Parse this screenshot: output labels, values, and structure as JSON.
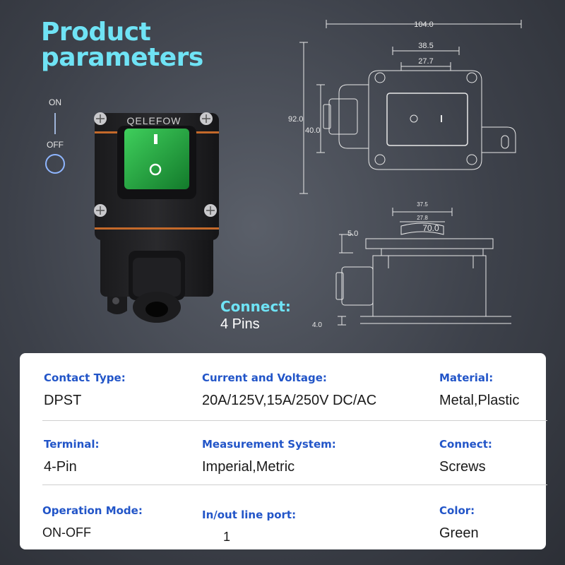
{
  "title": {
    "line1": "Product",
    "line2": "parameters"
  },
  "indicator": {
    "on": "ON",
    "off": "OFF"
  },
  "switch": {
    "brand": "QELEFOW"
  },
  "connect": {
    "label": "Connect:",
    "value": "4 Pins"
  },
  "dimensions": {
    "top_width": "104.0",
    "outer_width": "38.5",
    "inner_width": "27.7",
    "height": "92.0",
    "inner_height": "40.0",
    "side_outer": "37.5",
    "side_inner": "27.8",
    "side_width": "70.0",
    "side_depth": "5.0",
    "side_base": "4.0"
  },
  "specs": [
    [
      {
        "key": "Contact Type:",
        "value": "DPST"
      },
      {
        "key": "Current and Voltage:",
        "value": "20A/125V,15A/250V DC/AC"
      },
      {
        "key": "Material:",
        "value": "Metal,Plastic"
      }
    ],
    [
      {
        "key": "Terminal:",
        "value": "4-Pin"
      },
      {
        "key": "Measurement System:",
        "value": "Imperial,Metric"
      },
      {
        "key": "Connect:",
        "value": "Screws"
      }
    ],
    [
      {
        "key": "Operation Mode:",
        "value": "ON-OFF"
      },
      {
        "key": "In/out line port:",
        "value": "1"
      },
      {
        "key": "Color:",
        "value": "Green"
      }
    ]
  ],
  "colors": {
    "accent": "#6fe3f5",
    "key": "#2255c8",
    "switch_green": "#1f9a3a"
  }
}
